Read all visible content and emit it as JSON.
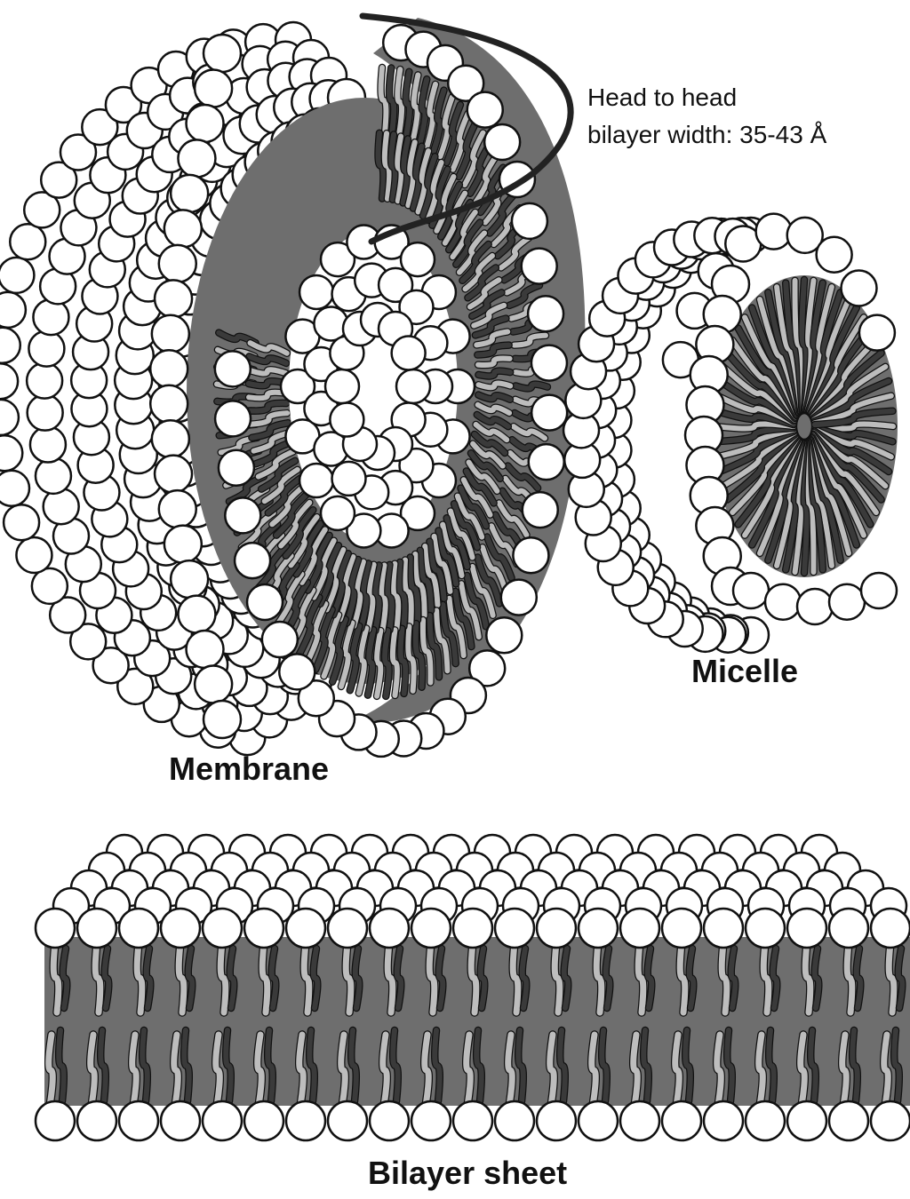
{
  "labels": {
    "annotation_line1": "Head to head",
    "annotation_line2": "bilayer width: 35-43 Å",
    "membrane": "Membrane",
    "micelle": "Micelle",
    "bilayer_sheet": "Bilayer sheet"
  },
  "colors": {
    "head_fill": "#ffffff",
    "outline": "#111111",
    "core_fill": "#6e6e6e",
    "tail_light": "#bdbdbd",
    "tail_dark": "#3a3a3a",
    "bracket": "#222222"
  }
}
